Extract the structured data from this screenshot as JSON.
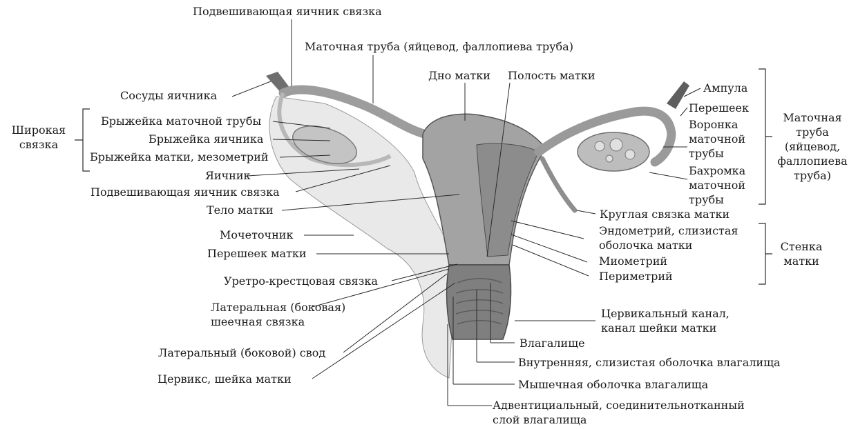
{
  "labels": {
    "suspensory_ligament_top": "Подвешивающая яичник связка",
    "fallopian_tube_top": "Маточная труба (яйцевод, фаллопиева труба)",
    "fundus": "Дно матки",
    "uterine_cavity": "Полость матки",
    "ovarian_vessels": "Сосуды яичника",
    "broad_ligament": "Широкая\nсвязка",
    "mesosalpinx": "Брыжейка маточной трубы",
    "mesovarium": "Брыжейка яичника",
    "mesometrium": "Брыжейка матки, мезометрий",
    "ovary": "Яичник",
    "suspensory_ligament_mid": "Подвешивающая яичник связка",
    "uterine_body": "Тело матки",
    "ureter": "Мочеточник",
    "isthmus_uteri": "Перешеек матки",
    "uterosacral_ligament": "Уретро-крестцовая связка",
    "lateral_cervical_ligament": "Латеральная (боковая)\nшеечная связка",
    "lateral_fornix": "Латеральный (боковой) свод",
    "cervix": "Цервикс, шейка матки",
    "ampulla": "Ампула",
    "isthmus_tube": "Перешеек",
    "infundibulum": "Воронка\nматочной\nтрубы",
    "fimbriae": "Бахромка\nматочной\nтрубы",
    "fallopian_tube_side": "Маточная\nтруба\n(яйцевод,\nфаллопиева\nтруба)",
    "round_ligament": "Круглая связка матки",
    "endometrium": "Эндометрий, слизистая\nоболочка матки",
    "myometrium": "Миометрий",
    "perimetrium": "Периметрий",
    "uterine_wall": "Стенка\nматки",
    "cervical_canal": "Цервикальный канал,\nканал шейки матки",
    "vagina": "Влагалище",
    "vaginal_mucosa": "Внутренняя, слизистая оболочка влагалища",
    "vaginal_muscular": "Мышечная оболочка влагалища",
    "vaginal_adventitia": "Адвентициальный, соединительнотканный\nслой влагалища"
  },
  "colors": {
    "line": "#2a2a2a",
    "tissue_dark": "#8a8a8a",
    "tissue_mid": "#a8a8a8",
    "tissue_light": "#d4d4d4",
    "ligament": "#e6e6e6"
  }
}
